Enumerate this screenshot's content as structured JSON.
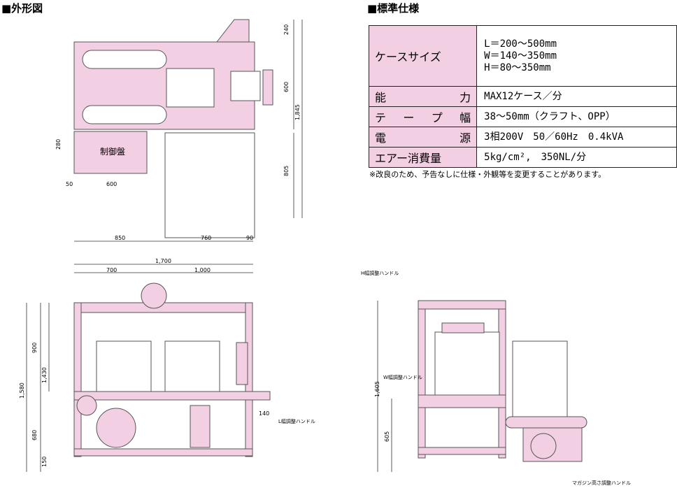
{
  "headings": {
    "external": "■外形図",
    "specs": "■標準仕様"
  },
  "specs": {
    "case_size": {
      "label": "ケースサイズ",
      "l": "L＝200～500mm",
      "w": "W＝140～350mm",
      "h": "H＝80～350mm"
    },
    "capacity": {
      "label_a": "能",
      "label_b": "力",
      "value": "MAX12ケース／分"
    },
    "tape_width": {
      "label_a": "テ",
      "label_b": "ー",
      "label_c": "プ",
      "label_d": "幅",
      "value": "38～50mm（クラフト、OPP）"
    },
    "power": {
      "label_a": "電",
      "label_b": "源",
      "value": "3相200V　50／60Hz　0.4kVA"
    },
    "air": {
      "label": "エアー消費量",
      "value": "5kg/cm²,　350NL/分"
    }
  },
  "note": "※改良のため、予告なしに仕様・外観等を変更することがあります。",
  "drawing": {
    "control_panel": "制御盤",
    "top_view_dims": {
      "d240": "240",
      "d600_r": "600",
      "d1845": "1,845",
      "d805": "805",
      "d280": "280",
      "d50": "50",
      "d600": "600",
      "d850": "850",
      "d760": "760",
      "d90": "90"
    },
    "front_view_dims": {
      "d1700": "1,700",
      "d700": "700",
      "d1000": "1,000",
      "d900": "900",
      "d1580": "1,580",
      "d1430": "1,430",
      "d680": "680",
      "d150": "150",
      "d140": "140"
    },
    "side_view_dims": {
      "d1605": "1,605",
      "d605": "605"
    },
    "callouts": {
      "l_handle": "L幅調整ハンドル",
      "h_handle": "H幅調整ハンドル",
      "w_handle": "W幅調整ハンドル",
      "magazine_handle": "マガジン高さ調整ハンドル"
    }
  }
}
